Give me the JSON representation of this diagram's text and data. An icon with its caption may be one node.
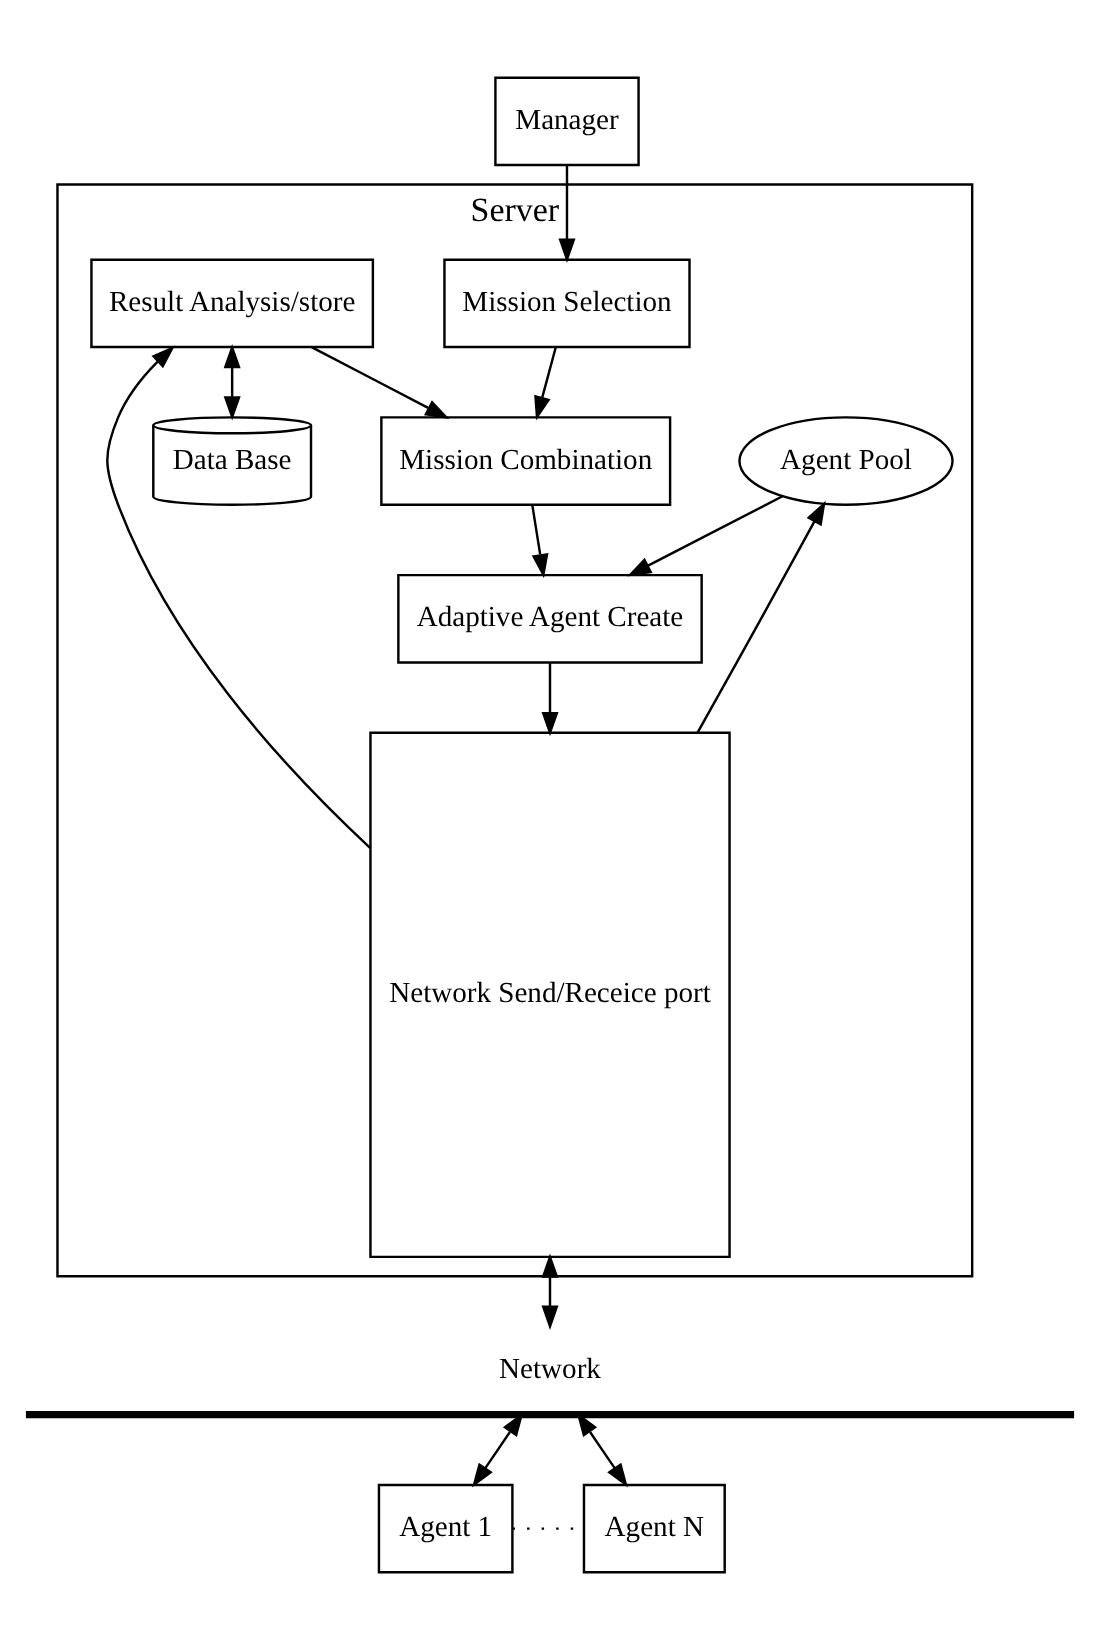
{
  "diagram": {
    "nodes": [
      {
        "text": [
          "Manager"
        ]
      },
      {
        "text": [
          "Server"
        ]
      },
      {
        "text": [
          "Mission Selection"
        ],
        "in": 1
      },
      {
        "text": [
          "Agent Pool"
        ],
        "in": 1
      },
      {
        "text": [
          "Network Send/Receice port"
        ],
        "in": 1
      },
      {
        "text": [
          "Mission Combination"
        ],
        "in": 1
      },
      {
        "text": [
          "Adaptive Agent Create"
        ],
        "in": 1
      },
      {
        "text": [
          "Result Analysis/store"
        ],
        "in": 1
      },
      {
        "text": [
          "Data Base"
        ],
        "in": 1
      },
      {
        "text": [
          "Network"
        ]
      },
      {
        "text": [
          "Agent 1"
        ]
      },
      {
        "text": [
          "Agent N"
        ]
      }
    ],
    "edges": [
      {
        "from": 0,
        "to": 2,
        "arrow": "to"
      },
      {
        "from": 2,
        "to": 5,
        "arrow": "to"
      },
      {
        "from": 3,
        "to": 6,
        "arrow": "to"
      },
      {
        "from": 5,
        "to": 6,
        "arrow": "to"
      },
      {
        "from": 6,
        "to": 4,
        "arrow": "to"
      },
      {
        "from": 4,
        "to": 3,
        "arrow": "to"
      },
      {
        "from": 4,
        "to": 7,
        "arrow": "to"
      },
      {
        "from": 7,
        "to": 5,
        "arrow": "to"
      },
      {
        "from": 7,
        "to": 8,
        "arrow": "both"
      },
      {
        "from": 4,
        "to": 9,
        "arrow": "both"
      },
      {
        "from": 9,
        "to": 10,
        "arrow": "both"
      },
      {
        "from": 9,
        "to": 11,
        "arrow": "both"
      },
      {
        "from": 10,
        "to": 11,
        "arrow": "none",
        "style": "dashed"
      }
    ]
  }
}
